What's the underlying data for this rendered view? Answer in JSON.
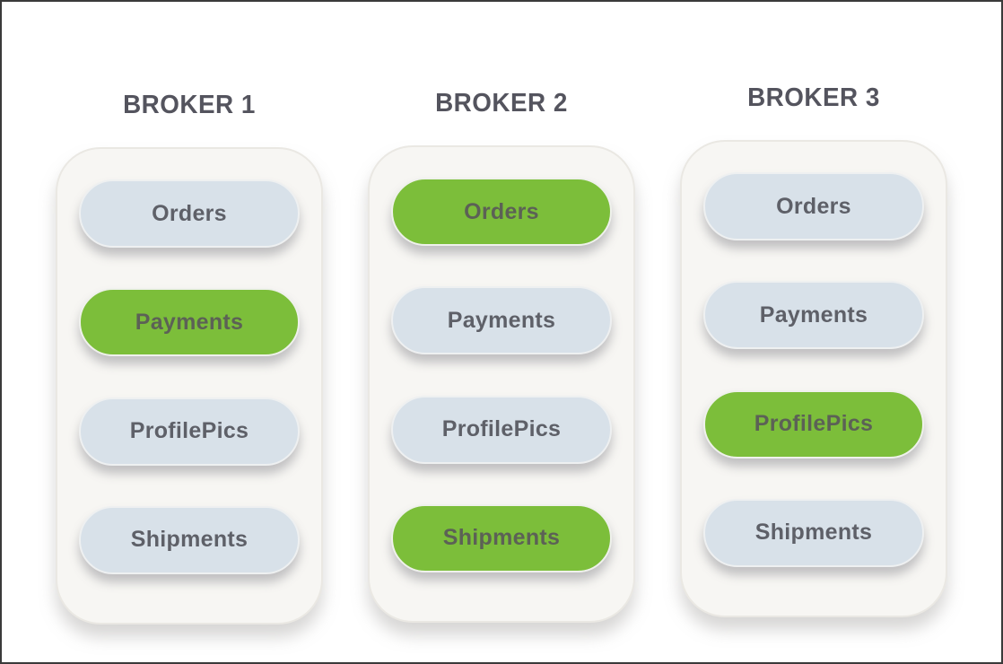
{
  "page": {
    "background_color": "#ffffff",
    "frame_border_color": "#3a3a3a"
  },
  "diagram": {
    "colors": {
      "highlight_green": "#7cbe3a",
      "topic_blue": "#d8e1e9",
      "panel_background": "#f7f6f3",
      "topic_text": "#5e6068",
      "title_text": "#54545e"
    },
    "brokers": [
      {
        "title": "BROKER 1",
        "topics": [
          {
            "label": "Orders",
            "highlighted": false
          },
          {
            "label": "Payments",
            "highlighted": true
          },
          {
            "label": "ProfilePics",
            "highlighted": false
          },
          {
            "label": "Shipments",
            "highlighted": false
          }
        ]
      },
      {
        "title": "BROKER 2",
        "topics": [
          {
            "label": "Orders",
            "highlighted": true
          },
          {
            "label": "Payments",
            "highlighted": false
          },
          {
            "label": "ProfilePics",
            "highlighted": false
          },
          {
            "label": "Shipments",
            "highlighted": true
          }
        ]
      },
      {
        "title": "BROKER 3",
        "topics": [
          {
            "label": "Orders",
            "highlighted": false
          },
          {
            "label": "Payments",
            "highlighted": false
          },
          {
            "label": "ProfilePics",
            "highlighted": true
          },
          {
            "label": "Shipments",
            "highlighted": false
          }
        ]
      }
    ]
  }
}
